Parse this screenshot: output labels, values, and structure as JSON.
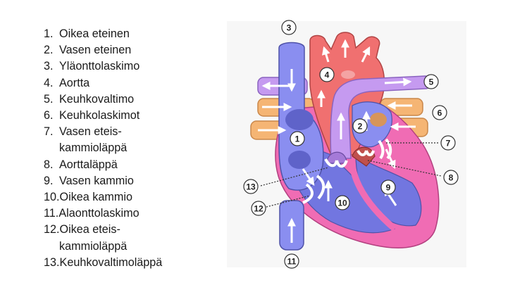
{
  "legend": [
    {
      "num": "1.",
      "lines": [
        "Oikea eteinen"
      ]
    },
    {
      "num": "2.",
      "lines": [
        "Vasen eteinen"
      ]
    },
    {
      "num": "3.",
      "lines": [
        "Yläonttolaskimo"
      ]
    },
    {
      "num": "4.",
      "lines": [
        "Aortta"
      ]
    },
    {
      "num": "5.",
      "lines": [
        "Keuhkovaltimo"
      ]
    },
    {
      "num": "6.",
      "lines": [
        "Keuhkolaskimot"
      ]
    },
    {
      "num": "7.",
      "lines": [
        "Vasen eteis-",
        "kammioläppä"
      ]
    },
    {
      "num": "8.",
      "lines": [
        "Aorttaläppä"
      ]
    },
    {
      "num": "9.",
      "lines": [
        "Vasen kammio"
      ]
    },
    {
      "num": "10.",
      "lines": [
        "Oikea kammio"
      ]
    },
    {
      "num": "11.",
      "lines": [
        "Alaonttolaskimo"
      ]
    },
    {
      "num": "12.",
      "lines": [
        "Oikea eteis-",
        "kammioläppä"
      ]
    },
    {
      "num": "13.",
      "lines": [
        "Keuhkovaltimoläppä"
      ]
    }
  ],
  "diagram": {
    "badges": {
      "b1": "1",
      "b2": "2",
      "b3": "3",
      "b4": "4",
      "b5": "5",
      "b6": "6",
      "b7": "7",
      "b8": "8",
      "b9": "9",
      "b10": "10",
      "b11": "11",
      "b12": "12",
      "b13": "13"
    },
    "colors": {
      "vein_blue": "#8a8ef0",
      "ventricle_blue": "#7276e0",
      "aorta_red": "#f07070",
      "pulmonary_purple": "#c59af0",
      "pulmonary_vein_orange": "#f5b574",
      "myocardium_pink": "#f06cb4"
    }
  }
}
